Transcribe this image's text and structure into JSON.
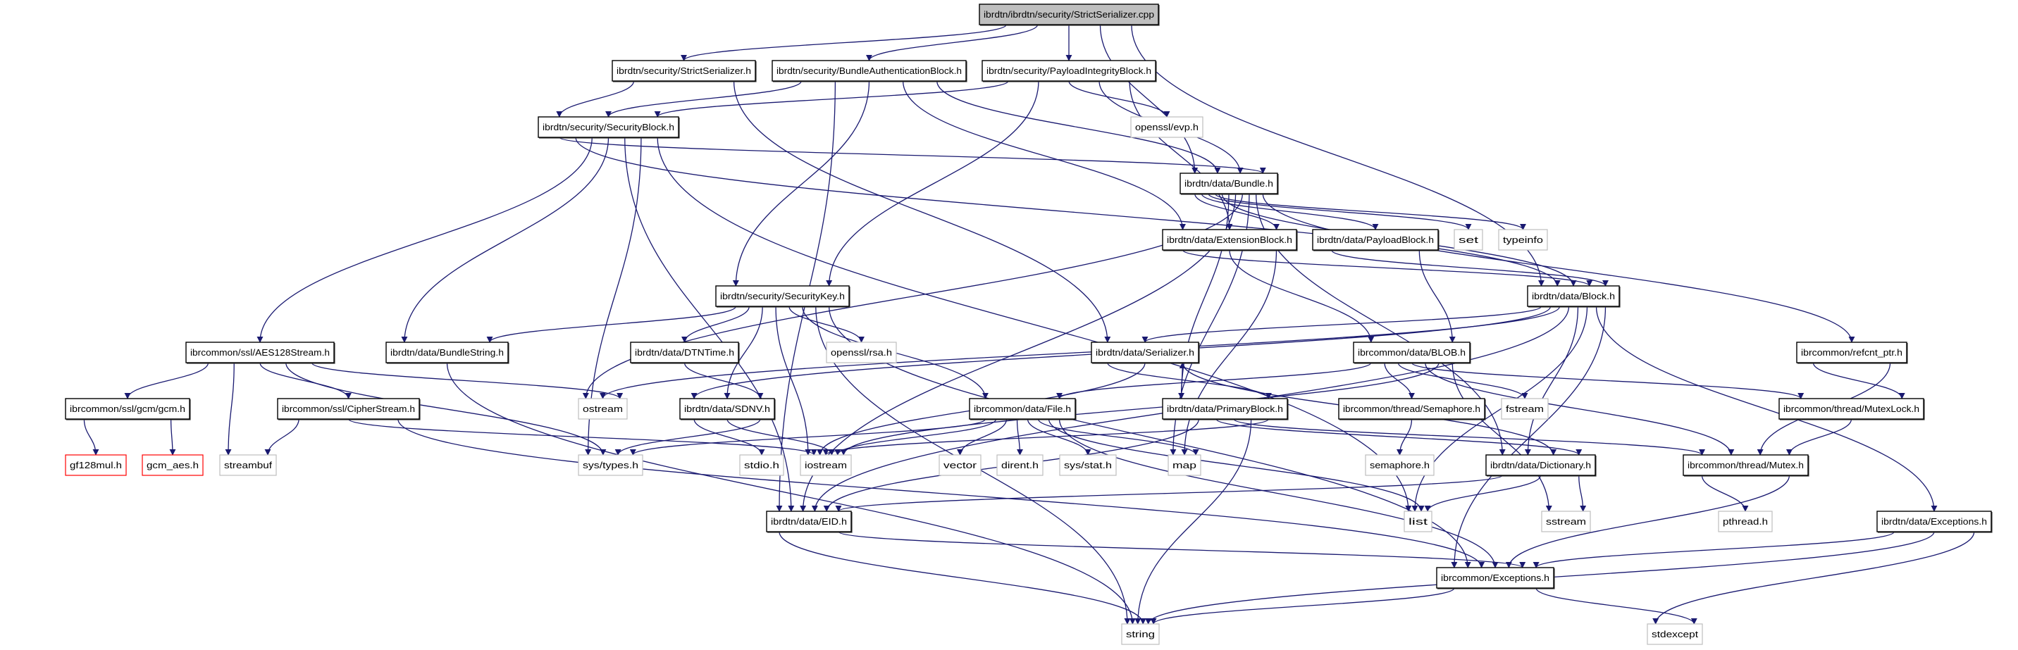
{
  "graph": {
    "edge_color": "#191970",
    "node_colors": {
      "root_fill": "#bfbfbf",
      "normal_border": "#000000",
      "external_border": "#bfbfbf",
      "missing_border": "#ff0000"
    },
    "nodes": [
      {
        "label": "ibrdtn/ibrdtn/security/StrictSerializer.cpp",
        "kind": "root"
      },
      {
        "label": "ibrdtn/security/StrictSerializer.h",
        "kind": "normal"
      },
      {
        "label": "ibrdtn/security/BundleAuthenticationBlock.h",
        "kind": "normal"
      },
      {
        "label": "ibrdtn/security/PayloadIntegrityBlock.h",
        "kind": "normal"
      },
      {
        "label": "ibrdtn/security/SecurityBlock.h",
        "kind": "normal"
      },
      {
        "label": "openssl/evp.h",
        "kind": "external"
      },
      {
        "label": "ibrdtn/data/Bundle.h",
        "kind": "normal"
      },
      {
        "label": "ibrdtn/data/ExtensionBlock.h",
        "kind": "normal"
      },
      {
        "label": "ibrdtn/data/PayloadBlock.h",
        "kind": "normal"
      },
      {
        "label": "set",
        "kind": "external"
      },
      {
        "label": "typeinfo",
        "kind": "external"
      },
      {
        "label": "ibrdtn/security/SecurityKey.h",
        "kind": "normal"
      },
      {
        "label": "ibrdtn/data/Block.h",
        "kind": "normal"
      },
      {
        "label": "ibrcommon/ssl/AES128Stream.h",
        "kind": "normal"
      },
      {
        "label": "ibrdtn/data/BundleString.h",
        "kind": "normal"
      },
      {
        "label": "ibrdtn/data/DTNTime.h",
        "kind": "normal"
      },
      {
        "label": "openssl/rsa.h",
        "kind": "external"
      },
      {
        "label": "ibrdtn/data/Serializer.h",
        "kind": "normal"
      },
      {
        "label": "ibrcommon/data/BLOB.h",
        "kind": "normal"
      },
      {
        "label": "ibrcommon/refcnt_ptr.h",
        "kind": "normal"
      },
      {
        "label": "ibrcommon/ssl/gcm/gcm.h",
        "kind": "normal"
      },
      {
        "label": "ibrcommon/ssl/CipherStream.h",
        "kind": "normal"
      },
      {
        "label": "ostream",
        "kind": "external"
      },
      {
        "label": "ibrdtn/data/SDNV.h",
        "kind": "normal"
      },
      {
        "label": "ibrcommon/data/File.h",
        "kind": "normal"
      },
      {
        "label": "ibrdtn/data/PrimaryBlock.h",
        "kind": "normal"
      },
      {
        "label": "ibrcommon/thread/Semaphore.h",
        "kind": "normal"
      },
      {
        "label": "fstream",
        "kind": "external"
      },
      {
        "label": "ibrcommon/thread/MutexLock.h",
        "kind": "normal"
      },
      {
        "label": "gf128mul.h",
        "kind": "missing"
      },
      {
        "label": "gcm_aes.h",
        "kind": "missing"
      },
      {
        "label": "streambuf",
        "kind": "external"
      },
      {
        "label": "sys/types.h",
        "kind": "external"
      },
      {
        "label": "stdio.h",
        "kind": "external"
      },
      {
        "label": "iostream",
        "kind": "external"
      },
      {
        "label": "vector",
        "kind": "external"
      },
      {
        "label": "dirent.h",
        "kind": "external"
      },
      {
        "label": "sys/stat.h",
        "kind": "external"
      },
      {
        "label": "map",
        "kind": "external"
      },
      {
        "label": "semaphore.h",
        "kind": "external"
      },
      {
        "label": "ibrdtn/data/Dictionary.h",
        "kind": "normal"
      },
      {
        "label": "ibrcommon/thread/Mutex.h",
        "kind": "normal"
      },
      {
        "label": "ibrdtn/data/EID.h",
        "kind": "normal"
      },
      {
        "label": "list",
        "kind": "external"
      },
      {
        "label": "sstream",
        "kind": "external"
      },
      {
        "label": "pthread.h",
        "kind": "external"
      },
      {
        "label": "ibrdtn/data/Exceptions.h",
        "kind": "normal"
      },
      {
        "label": "ibrcommon/Exceptions.h",
        "kind": "normal"
      },
      {
        "label": "string",
        "kind": "external"
      },
      {
        "label": "stdexcept",
        "kind": "external"
      }
    ],
    "edges": [
      [
        "ibrdtn/ibrdtn/security/StrictSerializer.cpp",
        "ibrdtn/security/StrictSerializer.h"
      ],
      [
        "ibrdtn/ibrdtn/security/StrictSerializer.cpp",
        "ibrdtn/security/BundleAuthenticationBlock.h"
      ],
      [
        "ibrdtn/ibrdtn/security/StrictSerializer.cpp",
        "ibrdtn/security/PayloadIntegrityBlock.h"
      ],
      [
        "ibrdtn/ibrdtn/security/StrictSerializer.cpp",
        "ibrdtn/data/Bundle.h"
      ],
      [
        "ibrdtn/ibrdtn/security/StrictSerializer.cpp",
        "ibrdtn/data/Block.h"
      ],
      [
        "ibrdtn/security/StrictSerializer.h",
        "ibrdtn/security/SecurityBlock.h"
      ],
      [
        "ibrdtn/security/StrictSerializer.h",
        "ibrdtn/data/Serializer.h"
      ],
      [
        "ibrdtn/security/BundleAuthenticationBlock.h",
        "ibrdtn/security/SecurityBlock.h"
      ],
      [
        "ibrdtn/security/BundleAuthenticationBlock.h",
        "ibrdtn/data/EID.h"
      ],
      [
        "ibrdtn/security/BundleAuthenticationBlock.h",
        "ibrdtn/security/SecurityKey.h"
      ],
      [
        "ibrdtn/security/BundleAuthenticationBlock.h",
        "ibrdtn/data/ExtensionBlock.h"
      ],
      [
        "ibrdtn/security/BundleAuthenticationBlock.h",
        "ibrdtn/data/Bundle.h"
      ],
      [
        "ibrdtn/security/PayloadIntegrityBlock.h",
        "ibrdtn/security/SecurityBlock.h"
      ],
      [
        "ibrdtn/security/PayloadIntegrityBlock.h",
        "ibrdtn/security/SecurityKey.h"
      ],
      [
        "ibrdtn/security/PayloadIntegrityBlock.h",
        "openssl/evp.h"
      ],
      [
        "ibrdtn/security/PayloadIntegrityBlock.h",
        "ibrdtn/data/Bundle.h"
      ],
      [
        "ibrdtn/security/PayloadIntegrityBlock.h",
        "ibrdtn/data/ExtensionBlock.h"
      ],
      [
        "ibrdtn/security/SecurityBlock.h",
        "ibrdtn/data/Bundle.h"
      ],
      [
        "ibrdtn/security/SecurityBlock.h",
        "ibrdtn/data/Block.h"
      ],
      [
        "ibrdtn/security/SecurityBlock.h",
        "ibrcommon/ssl/AES128Stream.h"
      ],
      [
        "ibrdtn/security/SecurityBlock.h",
        "ibrdtn/data/BundleString.h"
      ],
      [
        "ibrdtn/security/SecurityBlock.h",
        "ibrdtn/data/EID.h"
      ],
      [
        "ibrdtn/security/SecurityBlock.h",
        "sys/types.h"
      ],
      [
        "ibrdtn/security/SecurityBlock.h",
        "list"
      ],
      [
        "ibrdtn/data/Bundle.h",
        "ibrdtn/data/ExtensionBlock.h"
      ],
      [
        "ibrdtn/data/Bundle.h",
        "ibrdtn/data/PayloadBlock.h"
      ],
      [
        "ibrdtn/data/Bundle.h",
        "set"
      ],
      [
        "ibrdtn/data/Bundle.h",
        "typeinfo"
      ],
      [
        "ibrdtn/data/Bundle.h",
        "ibrdtn/data/Block.h"
      ],
      [
        "ibrdtn/data/Bundle.h",
        "ibrdtn/data/PrimaryBlock.h"
      ],
      [
        "ibrdtn/data/Bundle.h",
        "ibrdtn/data/EID.h"
      ],
      [
        "ibrdtn/data/Bundle.h",
        "ostream"
      ],
      [
        "ibrdtn/data/Bundle.h",
        "map"
      ],
      [
        "ibrdtn/data/Bundle.h",
        "ibrdtn/data/Dictionary.h"
      ],
      [
        "ibrdtn/data/Bundle.h",
        "ibrcommon/refcnt_ptr.h"
      ],
      [
        "ibrdtn/data/ExtensionBlock.h",
        "ibrdtn/data/Block.h"
      ],
      [
        "ibrdtn/data/ExtensionBlock.h",
        "ibrcommon/data/BLOB.h"
      ],
      [
        "ibrdtn/data/ExtensionBlock.h",
        "map"
      ],
      [
        "ibrdtn/data/PayloadBlock.h",
        "ibrdtn/data/Block.h"
      ],
      [
        "ibrdtn/data/PayloadBlock.h",
        "ibrcommon/data/BLOB.h"
      ],
      [
        "ibrdtn/data/Block.h",
        "ibrdtn/data/Serializer.h"
      ],
      [
        "ibrdtn/data/Block.h",
        "ibrdtn/data/SDNV.h"
      ],
      [
        "ibrdtn/data/Block.h",
        "ostream"
      ],
      [
        "ibrdtn/data/Block.h",
        "ibrdtn/data/EID.h"
      ],
      [
        "ibrdtn/data/Block.h",
        "ibrdtn/data/Dictionary.h"
      ],
      [
        "ibrdtn/data/Block.h",
        "list"
      ],
      [
        "ibrdtn/data/Block.h",
        "ibrdtn/data/Exceptions.h"
      ],
      [
        "ibrdtn/data/Block.h",
        "ibrcommon/Exceptions.h"
      ],
      [
        "ibrdtn/security/SecurityKey.h",
        "ibrdtn/data/BundleString.h"
      ],
      [
        "ibrdtn/security/SecurityKey.h",
        "ibrdtn/data/DTNTime.h"
      ],
      [
        "ibrdtn/security/SecurityKey.h",
        "ibrdtn/data/SDNV.h"
      ],
      [
        "ibrdtn/security/SecurityKey.h",
        "iostream"
      ],
      [
        "ibrdtn/security/SecurityKey.h",
        "openssl/rsa.h"
      ],
      [
        "ibrdtn/security/SecurityKey.h",
        "ibrcommon/data/File.h"
      ],
      [
        "ibrdtn/security/SecurityKey.h",
        "string"
      ],
      [
        "ibrdtn/security/SecurityKey.h",
        "ibrcommon/Exceptions.h"
      ],
      [
        "ibrcommon/ssl/AES128Stream.h",
        "ibrcommon/ssl/gcm/gcm.h"
      ],
      [
        "ibrcommon/ssl/AES128Stream.h",
        "streambuf"
      ],
      [
        "ibrcommon/ssl/AES128Stream.h",
        "ibrcommon/ssl/CipherStream.h"
      ],
      [
        "ibrcommon/ssl/AES128Stream.h",
        "sys/types.h"
      ],
      [
        "ibrcommon/ssl/AES128Stream.h",
        "ostream"
      ],
      [
        "ibrcommon/ssl/gcm/gcm.h",
        "gf128mul.h"
      ],
      [
        "ibrcommon/ssl/gcm/gcm.h",
        "gcm_aes.h"
      ],
      [
        "ibrcommon/ssl/CipherStream.h",
        "streambuf"
      ],
      [
        "ibrcommon/ssl/CipherStream.h",
        "iostream"
      ],
      [
        "ibrcommon/ssl/CipherStream.h",
        "ibrcommon/Exceptions.h"
      ],
      [
        "ibrdtn/data/BundleString.h",
        "string"
      ],
      [
        "ibrdtn/data/DTNTime.h",
        "ibrdtn/data/SDNV.h"
      ],
      [
        "ibrdtn/data/Serializer.h",
        "ibrdtn/data/PrimaryBlock.h"
      ],
      [
        "ibrdtn/data/Serializer.h",
        "iostream"
      ],
      [
        "ibrdtn/data/Serializer.h",
        "ibrdtn/data/Dictionary.h"
      ],
      [
        "ibrdtn/data/PrimaryBlock.h",
        "ibrdtn/data/Serializer.h"
      ],
      [
        "ibrdtn/data/PrimaryBlock.h",
        "ibrdtn/data/EID.h"
      ],
      [
        "ibrdtn/data/PrimaryBlock.h",
        "ibrdtn/data/Dictionary.h"
      ],
      [
        "ibrdtn/data/PrimaryBlock.h",
        "ibrcommon/thread/Mutex.h"
      ],
      [
        "ibrdtn/data/PrimaryBlock.h",
        "string"
      ],
      [
        "ibrdtn/data/PrimaryBlock.h",
        "iostream"
      ],
      [
        "ibrdtn/data/SDNV.h",
        "stdio.h"
      ],
      [
        "ibrdtn/data/SDNV.h",
        "iostream"
      ],
      [
        "ibrdtn/data/SDNV.h",
        "sys/types.h"
      ],
      [
        "ibrcommon/data/File.h",
        "sys/types.h"
      ],
      [
        "ibrcommon/data/File.h",
        "iostream"
      ],
      [
        "ibrcommon/data/File.h",
        "vector"
      ],
      [
        "ibrcommon/data/File.h",
        "dirent.h"
      ],
      [
        "ibrcommon/data/File.h",
        "sys/stat.h"
      ],
      [
        "ibrcommon/data/File.h",
        "map"
      ],
      [
        "ibrcommon/data/File.h",
        "list"
      ],
      [
        "ibrcommon/data/File.h",
        "ibrcommon/Exceptions.h"
      ],
      [
        "ibrcommon/data/BLOB.h",
        "ibrcommon/data/File.h"
      ],
      [
        "ibrcommon/data/BLOB.h",
        "ibrcommon/thread/Semaphore.h"
      ],
      [
        "ibrcommon/data/BLOB.h",
        "fstream"
      ],
      [
        "ibrcommon/data/BLOB.h",
        "ibrcommon/thread/MutexLock.h"
      ],
      [
        "ibrcommon/data/BLOB.h",
        "ibrcommon/thread/Mutex.h"
      ],
      [
        "ibrcommon/data/BLOB.h",
        "iostream"
      ],
      [
        "ibrcommon/data/BLOB.h",
        "sstream"
      ],
      [
        "ibrcommon/thread/Semaphore.h",
        "semaphore.h"
      ],
      [
        "ibrcommon/refcnt_ptr.h",
        "ibrcommon/thread/MutexLock.h"
      ],
      [
        "ibrcommon/refcnt_ptr.h",
        "ibrcommon/thread/Mutex.h"
      ],
      [
        "ibrcommon/thread/MutexLock.h",
        "ibrcommon/thread/Mutex.h"
      ],
      [
        "ibrdtn/data/Dictionary.h",
        "ibrdtn/data/EID.h"
      ],
      [
        "ibrdtn/data/Dictionary.h",
        "list"
      ],
      [
        "ibrdtn/data/Dictionary.h",
        "sstream"
      ],
      [
        "ibrcommon/thread/Mutex.h",
        "pthread.h"
      ],
      [
        "ibrcommon/thread/Mutex.h",
        "ibrcommon/Exceptions.h"
      ],
      [
        "ibrdtn/data/EID.h",
        "string"
      ],
      [
        "ibrdtn/data/EID.h",
        "ibrcommon/Exceptions.h"
      ],
      [
        "ibrdtn/data/Exceptions.h",
        "ibrcommon/Exceptions.h"
      ],
      [
        "ibrdtn/data/Exceptions.h",
        "string"
      ],
      [
        "ibrdtn/data/Exceptions.h",
        "stdexcept"
      ],
      [
        "ibrcommon/Exceptions.h",
        "string"
      ],
      [
        "ibrcommon/Exceptions.h",
        "stdexcept"
      ]
    ]
  }
}
